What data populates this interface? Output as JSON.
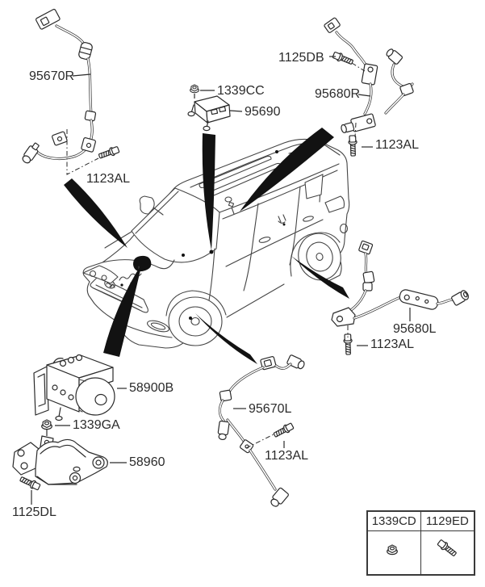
{
  "diagram": {
    "background_color": "#ffffff",
    "line_color": "#2a2a2a",
    "arrow_color": "#121212"
  },
  "labels": [
    {
      "id": "95670R",
      "text": "95670R"
    },
    {
      "id": "1123AL-front-left",
      "text": "1123AL"
    },
    {
      "id": "1339CC",
      "text": "1339CC"
    },
    {
      "id": "95690",
      "text": "95690"
    },
    {
      "id": "1125DB",
      "text": "1125DB"
    },
    {
      "id": "95680R",
      "text": "95680R"
    },
    {
      "id": "1123AL-rear-right",
      "text": "1123AL"
    },
    {
      "id": "95680L",
      "text": "95680L"
    },
    {
      "id": "1123AL-rear-left",
      "text": "1123AL"
    },
    {
      "id": "58900B",
      "text": "58900B"
    },
    {
      "id": "1339GA",
      "text": "1339GA"
    },
    {
      "id": "58960",
      "text": "58960"
    },
    {
      "id": "1125DL",
      "text": "1125DL"
    },
    {
      "id": "95670L",
      "text": "95670L"
    },
    {
      "id": "1123AL-front-right",
      "text": "1123AL"
    }
  ],
  "legend": {
    "columns": [
      {
        "code": "1339CD",
        "icon": "flange-nut-icon"
      },
      {
        "code": "1129ED",
        "icon": "flange-bolt-icon"
      }
    ]
  }
}
